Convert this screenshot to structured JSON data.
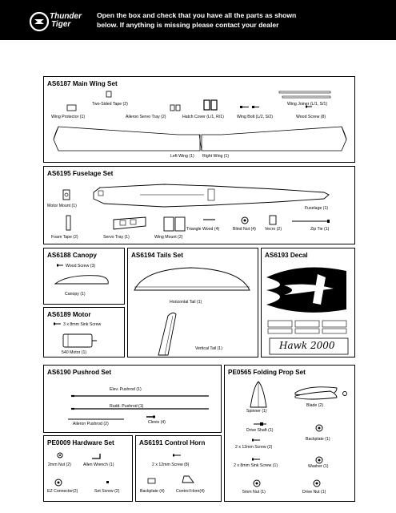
{
  "header": {
    "brand_line1": "Thunder",
    "brand_line2": "Tiger",
    "instruction_line1": "Open the box and check that you have all the parts as shown",
    "instruction_line2": "below. If anything is missing please contact your dealer"
  },
  "main_wing": {
    "title": "AS6187  Main Wing Set",
    "labels": {
      "two_sided_tape": "Two-Sided Tape (2)",
      "wing_joiner": "Wing Joiner (L/1, S/1)",
      "wing_protector": "Wing Protector (1)",
      "aileron_servo_tray": "Aileron Servo Tray (2)",
      "hatch_cover": "Hatch Cover (L/1, R/1)",
      "wing_bolt": "Wing Bolt (L/2, S/2)",
      "wood_screw": "Wood Screw (8)",
      "left_wing": "Left Wing (1)",
      "right_wing": "Right Wing (1)"
    }
  },
  "fuselage": {
    "title": "AS6195  Fuselage Set",
    "labels": {
      "motor_mount": "Motor Mount (1)",
      "fuselage": "Fuselage (1)",
      "triangle_wood": "Triangle Wood (4)",
      "blind_nut": "Blind Nut (4)",
      "velcro": "Vecro (2)",
      "zip_tie": "Zip Tie (1)",
      "foam_tape": "Foam Tape (2)",
      "servo_tray": "Servo Tray (1)",
      "wing_mount": "Wing Mount (2)"
    }
  },
  "canopy": {
    "title": "AS6188  Canopy",
    "labels": {
      "wood_screw": "Wood Screw (3)",
      "canopy": "Canopy (1)"
    }
  },
  "tails": {
    "title": "AS6194  Tails Set",
    "labels": {
      "horizontal_tail": "Horizontal Tail (1)",
      "vertical_tail": "Vertical Tail (1)"
    }
  },
  "decal": {
    "title": "AS6193  Decal",
    "script_text": "Hawk 2000"
  },
  "motor": {
    "title": "AS6189  Motor",
    "labels": {
      "sink_screw": "3 x 8mm Sink Screw",
      "motor": "540 Motor (1)"
    }
  },
  "pushrod": {
    "title": "AS6190  Pushrod Set",
    "labels": {
      "elev_pushrod": "Elev. Pushrod (1)",
      "rudd_pushrod": "Rudd. Pushrod (1)",
      "aileron_pushrod": "Aileron Pushrod (2)",
      "clevis": "Clevis (4)"
    }
  },
  "prop": {
    "title": "PE0565  Folding Prop Set",
    "labels": {
      "spinner": "Spinner (1)",
      "blade": "Blade (2)",
      "drive_shaft": "Drive Shaft (1)",
      "screw_12": "2 x 12mm Screw (2)",
      "backplate": "Backplate (1)",
      "sink_screw": "2 x 8mm Sink Screw (1)",
      "washer": "Washer (1)",
      "nut_5": "5mm Nut (1)",
      "drive_nut": "Drive Nut (1)"
    }
  },
  "hardware": {
    "title": "PE0009  Hardware Set",
    "labels": {
      "nut": "2mm Nut (2)",
      "wrench": "Allen Wrench (1)",
      "ez_connector": "EZ Connector(2)",
      "set_screw": "Set Screw (2)"
    }
  },
  "control_horn": {
    "title": "AS6191  Control Horn",
    "labels": {
      "screw": "2 x 12mm Screw (8)",
      "backplate": "Backplate (4)",
      "control_horn": "Control Horn(4)"
    }
  }
}
